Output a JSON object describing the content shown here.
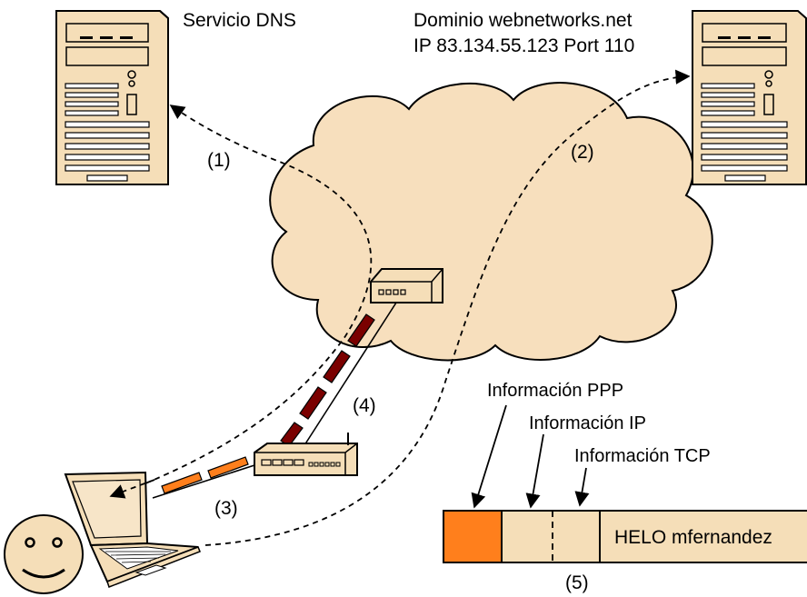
{
  "colors": {
    "cloud_fill": "#f7dfbd",
    "device_fill": "#f5deb8",
    "orange": "#ff7f1c",
    "dark_red": "#7a0000",
    "line": "#000000"
  },
  "servers": {
    "dns_label": "Servicio DNS",
    "mail_label_line1": "Dominio webnetworks.net",
    "mail_label_line2": "IP 83.134.55.123 Port 110"
  },
  "steps": {
    "s1": "(1)",
    "s2": "(2)",
    "s3": "(3)",
    "s4": "(4)",
    "s5": "(5)"
  },
  "packet": {
    "ppp_label": "Información PPP",
    "ip_label": "Información IP",
    "tcp_label": "Información TCP",
    "payload": "HELO mfernandez"
  },
  "icons": [
    "dns-server-icon",
    "mail-server-icon",
    "cloud-icon",
    "isp-modem-icon",
    "home-router-icon",
    "laptop-icon",
    "smiley-user-icon"
  ]
}
